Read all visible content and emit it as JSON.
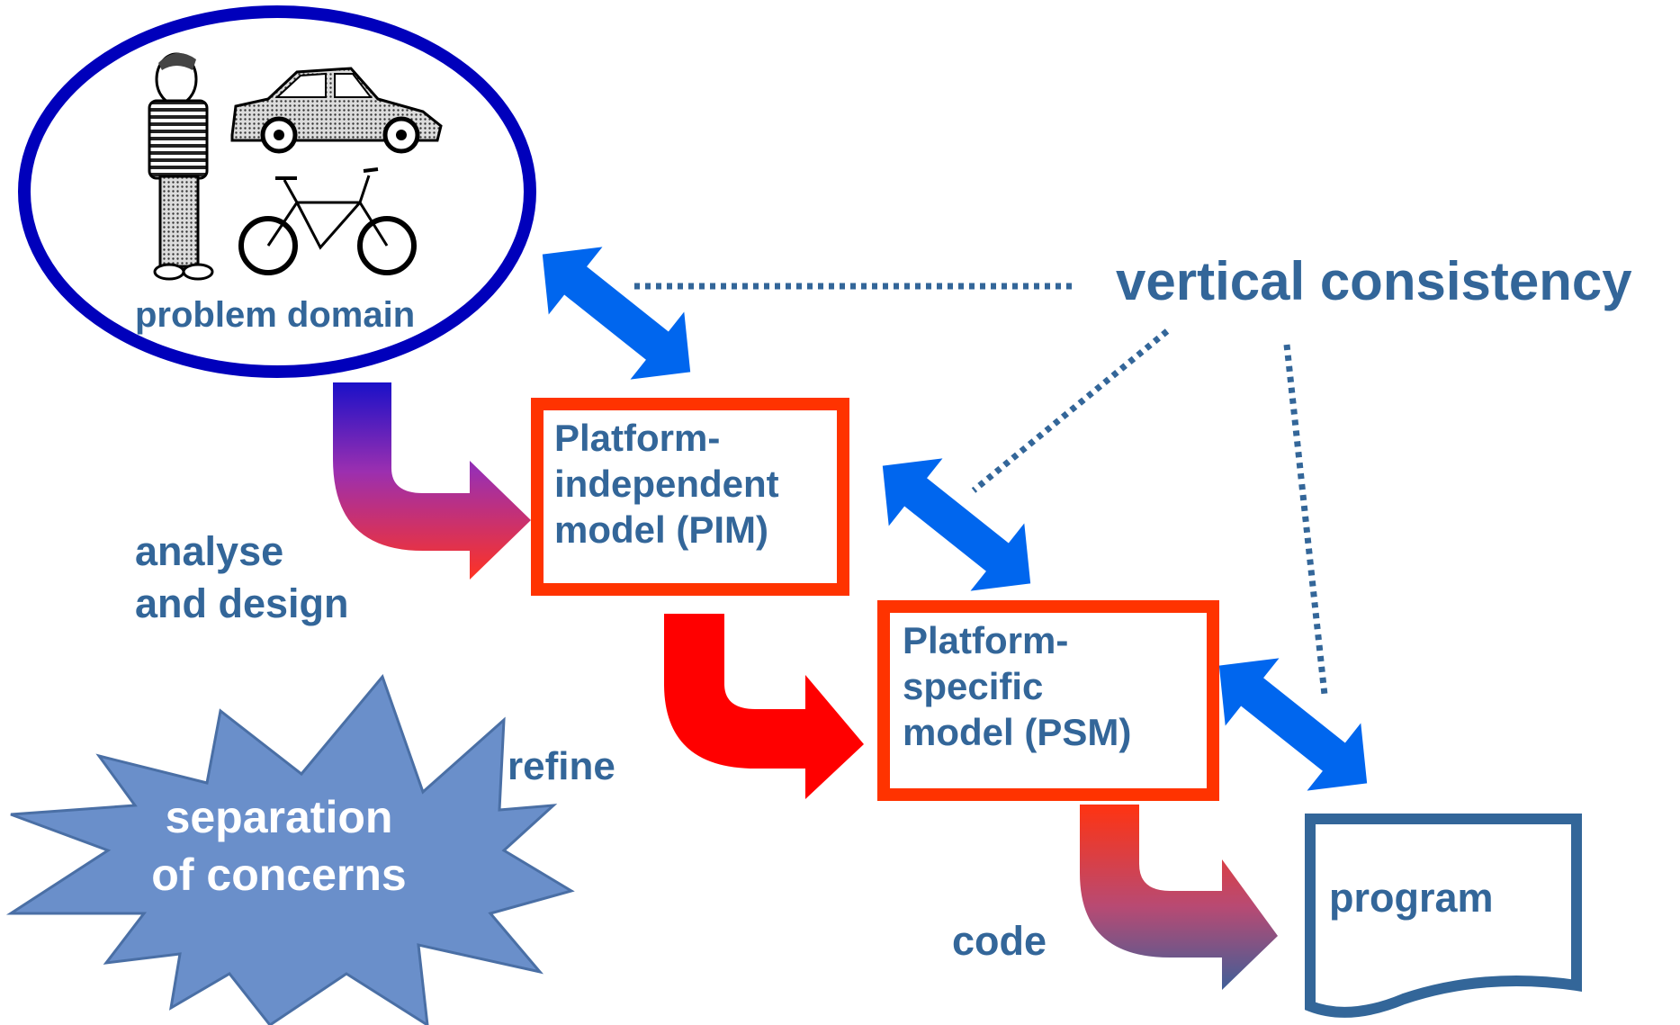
{
  "nodes": {
    "problem_domain": {
      "label": "problem domain"
    },
    "pim": {
      "lines": [
        "Platform-",
        "independent",
        "model (PIM)"
      ]
    },
    "psm": {
      "lines": [
        "Platform-",
        "specific",
        "model (PSM)"
      ]
    },
    "program": {
      "label": "program"
    }
  },
  "edges": {
    "analyse": {
      "lines": [
        "analyse",
        "and design"
      ]
    },
    "refine": {
      "label": "refine"
    },
    "code": {
      "label": "code"
    }
  },
  "vertical_consistency": {
    "label": "vertical consistency"
  },
  "starburst": {
    "lines": [
      "separation",
      "of concerns"
    ]
  },
  "colors": {
    "text_blue": "#336699",
    "ellipse_blue": "#0000bb",
    "box_red": "#ff3300",
    "double_arrow_blue": "#0066ee",
    "dotted_line": "#336699",
    "starburst_fill": "#6a8fca",
    "program_border": "#336699"
  }
}
